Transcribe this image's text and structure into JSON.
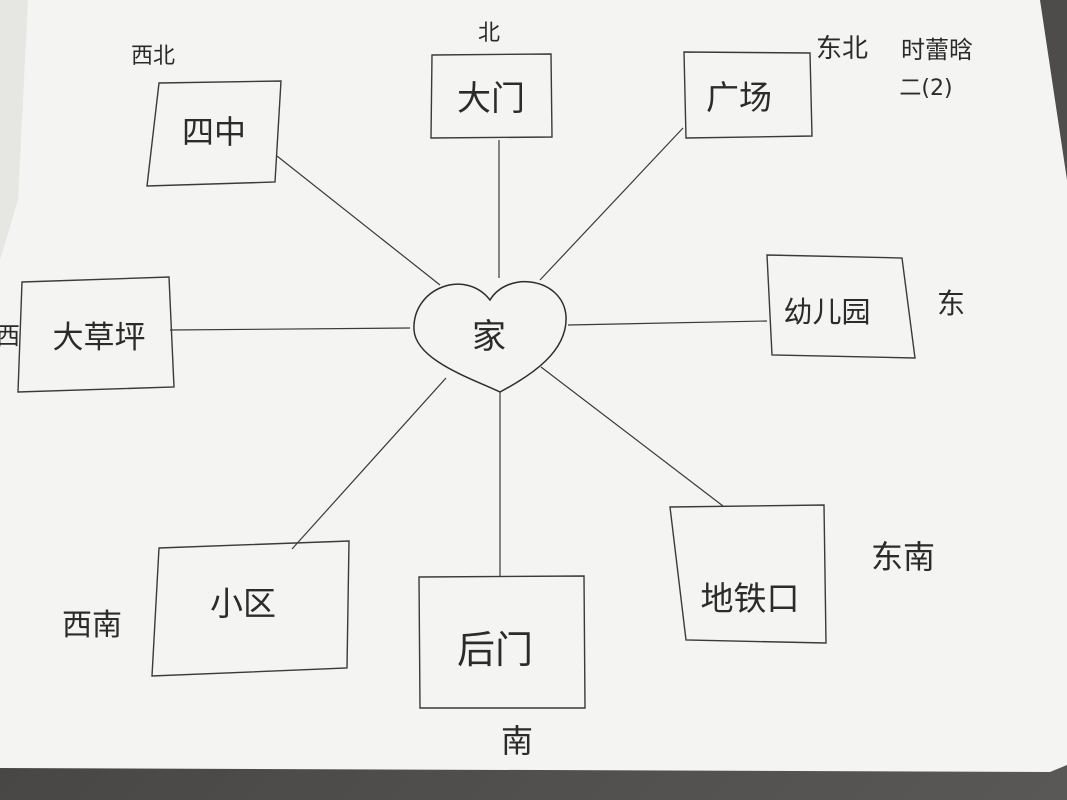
{
  "center": {
    "label": "家"
  },
  "nodes": [
    {
      "id": "north",
      "label": "大门"
    },
    {
      "id": "northeast",
      "label": "广场"
    },
    {
      "id": "east",
      "label": "幼儿园"
    },
    {
      "id": "southeast",
      "label": "地铁口"
    },
    {
      "id": "south",
      "label": "后门"
    },
    {
      "id": "southwest",
      "label": "小区"
    },
    {
      "id": "west",
      "label": "大草坪"
    },
    {
      "id": "northwest",
      "label": "四中"
    }
  ],
  "directions": {
    "north": "北",
    "northeast": "东北",
    "east": "东",
    "southeast": "东南",
    "south": "南",
    "southwest": "西南",
    "west": "西",
    "northwest": "西北"
  },
  "author": {
    "name": "时蕾晗",
    "class": "二(2)"
  }
}
